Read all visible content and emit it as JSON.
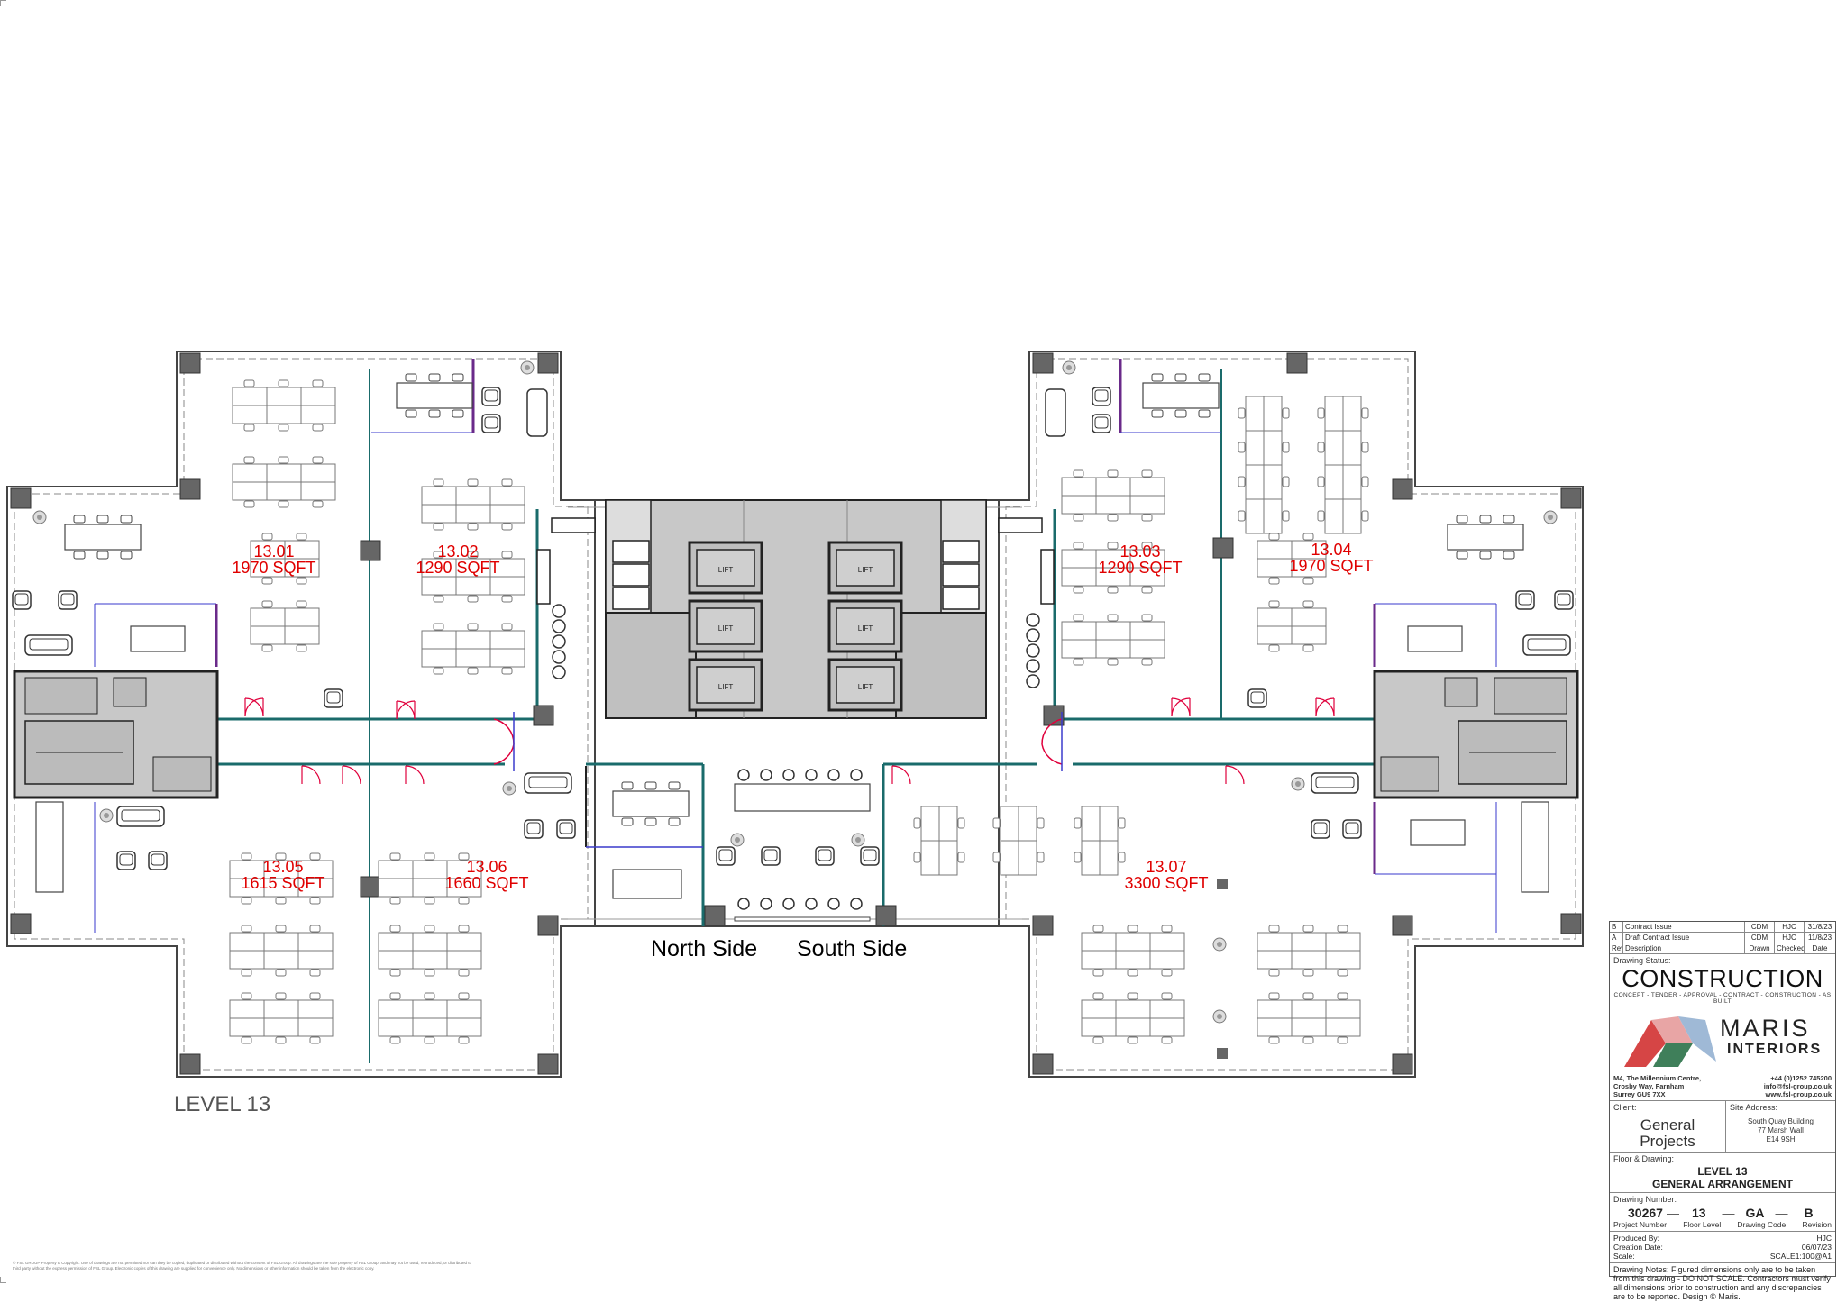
{
  "units": [
    {
      "id": "13.01",
      "area": "1970 SQFT"
    },
    {
      "id": "13.02",
      "area": "1290 SQFT"
    },
    {
      "id": "13.03",
      "area": "1290 SQFT"
    },
    {
      "id": "13.04",
      "area": "1970 SQFT"
    },
    {
      "id": "13.05",
      "area": "1615 SQFT"
    },
    {
      "id": "13.06",
      "area": "1660 SQFT"
    },
    {
      "id": "13.07",
      "area": "3300 SQFT"
    }
  ],
  "lift_label": "LIFT",
  "sides": {
    "north": "North Side",
    "south": "South Side"
  },
  "level_label": "LEVEL 13",
  "title_block": {
    "revisions": [
      {
        "rev": "B",
        "description": "Contract Issue",
        "drawn": "CDM",
        "checked": "HJC",
        "date": "31/8/23"
      },
      {
        "rev": "A",
        "description": "Draft Contract Issue",
        "drawn": "CDM",
        "checked": "HJC",
        "date": "11/8/23"
      }
    ],
    "rev_headers": {
      "rev": "Rev",
      "description": "Description",
      "drawn": "Drawn",
      "checked": "Checked",
      "date": "Date"
    },
    "drawing_status_label": "Drawing Status:",
    "status": "CONSTRUCTION",
    "stages": "CONCEPT - TENDER - APPROVAL - CONTRACT - CONSTRUCTION - AS BUILT",
    "logo_line1": "MARIS",
    "logo_line2": "INTERIORS",
    "address_lines": [
      "M4, The Millennium Centre,",
      "Crosby Way, Farnham",
      "Surrey GU9 7XX"
    ],
    "contact_lines": [
      "+44 (0)1252 745200",
      "info@fsl-group.co.uk",
      "www.fsl-group.co.uk"
    ],
    "client_label": "Client:",
    "client_name_line1": "General",
    "client_name_line2": "Projects",
    "site_label": "Site Address:",
    "site_lines": [
      "South Quay Building",
      "77 Marsh Wall",
      "E14 9SH"
    ],
    "floor_drawing_label": "Floor & Drawing:",
    "drawing_title_line1": "LEVEL 13",
    "drawing_title_line2": "GENERAL ARRANGEMENT",
    "drawing_number_label": "Drawing Number:",
    "project_number": "30267",
    "floor_level": "13",
    "drawing_code": "GA",
    "revision": "B",
    "num_captions": {
      "project": "Project Number",
      "floor": "Floor Level",
      "code": "Drawing Code",
      "revision": "Revision"
    },
    "produced_by_label": "Produced By:",
    "produced_by": "HJC",
    "creation_date_label": "Creation Date:",
    "creation_date": "06/07/23",
    "scale_label": "Scale:",
    "scale": "SCALE1:100@A1",
    "notes": "Drawing Notes: Figured dimensions only are to be taken from this drawing - DO NOT SCALE. Contractors must verify all dimensions prior to construction and any discrepancies are to be reported. Design © Maris."
  },
  "copyright": "© FSL GROUP Property & Copyright. Use of drawings are not permitted nor can they be copied, duplicated or distributed without the consent of FSL Group. All drawings are the sole property of FSL Group, and may not be used, reproduced, or distributed to third party without the express permission of FSL Group. Electronic copies of this drawing are supplied for convenience only. No dimensions or other information should be taken from the electronic copy.",
  "colors": {
    "unit_label": "#e00000",
    "core_fill": "#c8c8c8",
    "wall": "#2a2a2a",
    "partition_teal": "#1a6b6b",
    "door_red": "#e0003c",
    "glazing_purple": "#6a2a8a",
    "blue_dim": "#3a3acc"
  }
}
